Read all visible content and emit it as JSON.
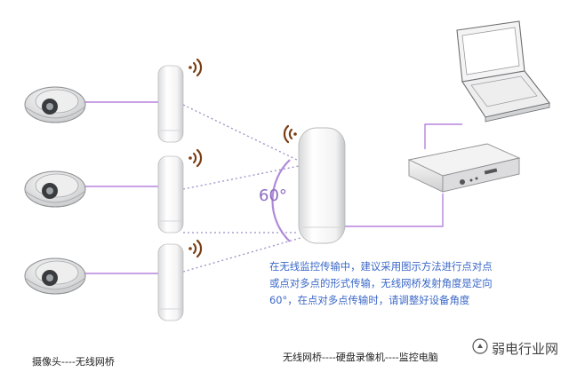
{
  "angle_label": "60°",
  "note": {
    "line1": "在无线监控传输中，建议采用图示方法进行点对点",
    "line2": "或点对多点的形式传输，无线网桥发射角度是定向",
    "line3": "60°，在点对多点传输时，请调整好设备角度"
  },
  "caption_left": "摄像头----无线网桥",
  "caption_right": "无线网桥----硬盘录像机----监控电脑",
  "watermark": "弱电行业网",
  "colors": {
    "link": "#b583dc",
    "beam": "#9a8fc8",
    "wifi": "#7a3e14",
    "note_text": "#3b68c8",
    "angle": "#8e6bc2"
  }
}
